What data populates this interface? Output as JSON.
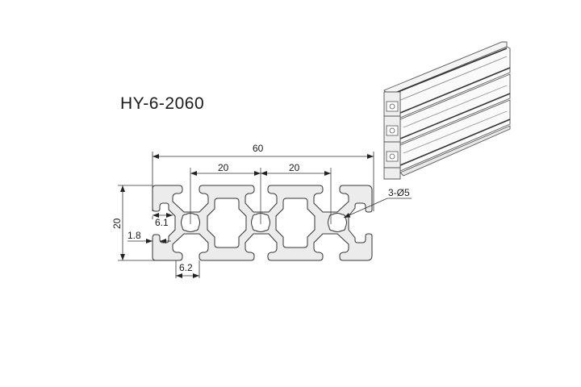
{
  "title": "HY-6-2060",
  "drawing": {
    "type": "aluminum extrusion profile cross-section",
    "overall_width": "60",
    "overall_height": "20",
    "pitch_1": "20",
    "pitch_2": "20",
    "slot_depth": "6.1",
    "lip_thickness": "1.8",
    "slot_width": "6.2",
    "center_holes": "3-Ø5"
  },
  "colors": {
    "profile_fill": "#ececec",
    "line": "#333333",
    "background": "#ffffff"
  }
}
